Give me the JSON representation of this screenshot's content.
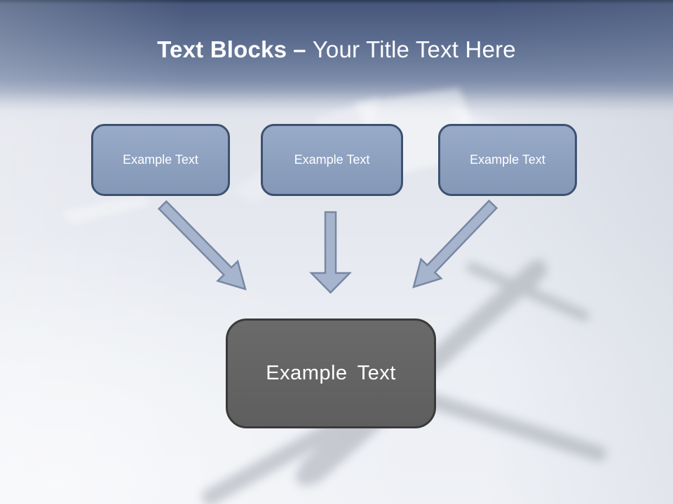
{
  "slide": {
    "title": {
      "bold": "Text Blocks",
      "separator": "–",
      "rest": "Your Title Text Here"
    },
    "top_blocks": [
      {
        "label": "Example Text"
      },
      {
        "label": "Example Text"
      },
      {
        "label": "Example Text"
      }
    ],
    "center_block": {
      "label": "Example Text"
    },
    "colors": {
      "header_top": "#2b3a56",
      "header_mid": "#6f7f9e",
      "title_color": "#ffffff",
      "block_fill": "#8ca1c2",
      "block_border": "#3d5170",
      "block_text": "#ffffff",
      "arrow_fill": "#a6b4cd",
      "arrow_border": "#7888a3",
      "center_fill": "#626262",
      "center_border": "#3a3a3a",
      "center_text": "#ffffff"
    }
  }
}
